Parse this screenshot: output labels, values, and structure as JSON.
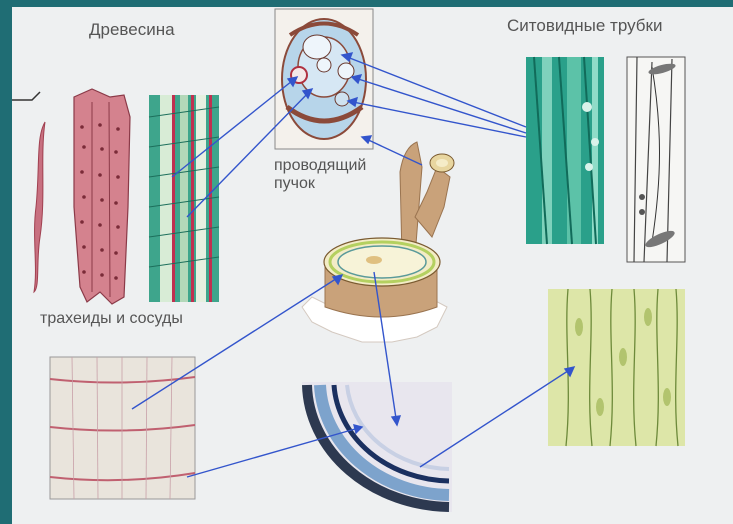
{
  "labels": {
    "wood": "Древесина",
    "sieve_tubes": "Ситовидные трубки",
    "bundle_line1": "проводящий",
    "bundle_line2": "пучок",
    "tracheids": "трахеиды и сосуды"
  },
  "colors": {
    "frame": "#1f6d74",
    "slide_bg": "#eef0f1",
    "arrow": "#3355cc",
    "tracheid": "#c06070",
    "sieve_green": "#2aa08a",
    "stem": "#c9a27a"
  }
}
